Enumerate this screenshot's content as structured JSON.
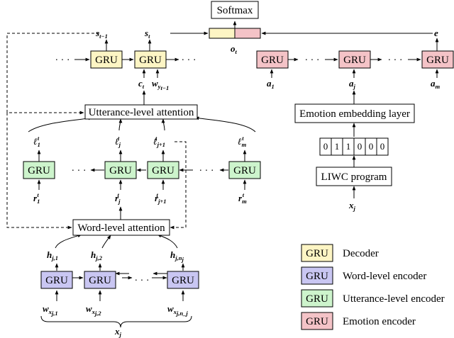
{
  "colors": {
    "decoder": "#fdf5c4",
    "word_encoder": "#c9c6f2",
    "utterance_encoder": "#cdf4cc",
    "emotion_encoder": "#f4c3c7",
    "stroke": "#000000"
  },
  "gru_label": "GRU",
  "boxes": {
    "softmax": "Softmax",
    "utterance_attention": "Utterance-level attention",
    "word_attention": "Word-level attention",
    "emotion_embedding": "Emotion embedding layer",
    "liwc": "LIWC program"
  },
  "liwc_vector": [
    "0",
    "1",
    "1",
    "0",
    "0",
    "0"
  ],
  "ellipsis": "· · ·",
  "math": {
    "s_prev": {
      "base": "s",
      "sub": "t−1"
    },
    "s_t": {
      "base": "s",
      "sub": "t"
    },
    "o_t": {
      "base": "o",
      "sub": "t"
    },
    "e": {
      "base": "e",
      "sub": ""
    },
    "c_t": {
      "base": "c",
      "sub": "t"
    },
    "w_y": {
      "base": "w",
      "sub": "y",
      "subsub": "t−1"
    },
    "a_1": {
      "base": "a",
      "sub": "1"
    },
    "a_j": {
      "base": "a",
      "sub": "j"
    },
    "a_m": {
      "base": "a",
      "sub": "m"
    },
    "l_1": {
      "base": "ℓ",
      "sub": "1",
      "sup": "t"
    },
    "l_j": {
      "base": "ℓ",
      "sub": "j",
      "sup": "t"
    },
    "l_j1": {
      "base": "ℓ",
      "sub": "j+1",
      "sup": "t"
    },
    "l_m": {
      "base": "ℓ",
      "sub": "m",
      "sup": "t"
    },
    "r_1": {
      "base": "r",
      "sub": "1",
      "sup": "t"
    },
    "r_j": {
      "base": "r",
      "sub": "j",
      "sup": "t"
    },
    "r_j1": {
      "base": "r",
      "sub": "j+1",
      "sup": "t"
    },
    "r_m": {
      "base": "r",
      "sub": "m",
      "sup": "t"
    },
    "h_1": {
      "base": "h",
      "sub": "j,1"
    },
    "h_2": {
      "base": "h",
      "sub": "j,2"
    },
    "h_n": {
      "base": "h",
      "sub": "j,n",
      "subsub": "j"
    },
    "wx_1": {
      "base": "w",
      "sub": "x",
      "subsub": "j,1"
    },
    "wx_2": {
      "base": "w",
      "sub": "x",
      "subsub": "j,2"
    },
    "wx_n": {
      "base": "w",
      "sub": "x",
      "subsub": "j,n_j"
    },
    "x_j_left": {
      "base": "x",
      "sub": "j"
    },
    "x_j_right": {
      "base": "x",
      "sub": "j"
    }
  },
  "legend": [
    {
      "swatch": "GRU",
      "label": "Decoder",
      "color": "#fdf5c4"
    },
    {
      "swatch": "GRU",
      "label": "Word-level encoder",
      "color": "#c9c6f2"
    },
    {
      "swatch": "GRU",
      "label": "Utterance-level encoder",
      "color": "#cdf4cc"
    },
    {
      "swatch": "GRU",
      "label": "Emotion encoder",
      "color": "#f4c3c7"
    }
  ]
}
